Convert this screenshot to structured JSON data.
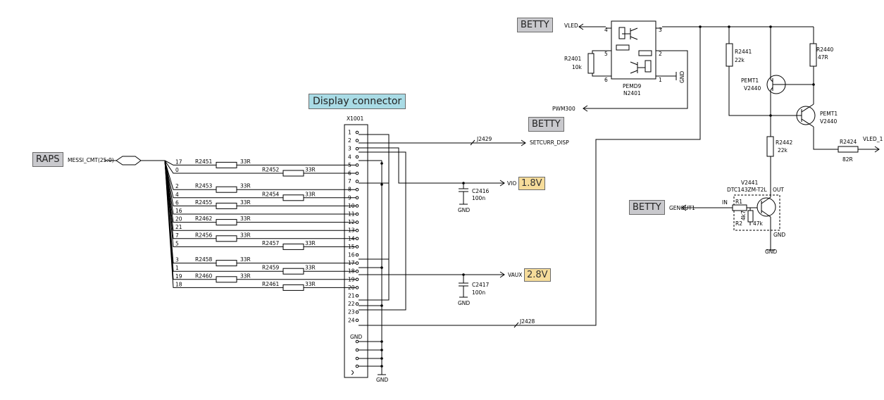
{
  "title": "Display connector",
  "tags": {
    "raps": "RAPS",
    "betty_top": "BETTY",
    "betty_mid": "BETTY",
    "betty_bottom": "BETTY"
  },
  "volts": {
    "v18": "1.8V",
    "v28": "2.8V"
  },
  "bus_name": "MESSI_CMT(25:0)",
  "connector": {
    "ref": "X1001",
    "gnd": "GND",
    "pins": [
      "1",
      "2",
      "3",
      "4",
      "5",
      "6",
      "7",
      "8",
      "9",
      "10",
      "11",
      "12",
      "13",
      "14",
      "15",
      "16",
      "17",
      "18",
      "19",
      "20",
      "21",
      "22",
      "23",
      "24"
    ]
  },
  "bus_bits": [
    "17",
    "0",
    "2",
    "4",
    "6",
    "16",
    "20",
    "21",
    "7",
    "5",
    "3",
    "1",
    "19",
    "18"
  ],
  "series_resistors": [
    {
      "ref": "R2451",
      "value": "33R"
    },
    {
      "ref": "R2452",
      "value": "33R"
    },
    {
      "ref": "R2453",
      "value": "33R"
    },
    {
      "ref": "R2454",
      "value": "33R"
    },
    {
      "ref": "R2455",
      "value": "33R"
    },
    {
      "ref": "R2462",
      "value": "33R"
    },
    {
      "ref": "R2456",
      "value": "33R"
    },
    {
      "ref": "R2457",
      "value": "33R"
    },
    {
      "ref": "R2458",
      "value": "33R"
    },
    {
      "ref": "R2459",
      "value": "33R"
    },
    {
      "ref": "R2460",
      "value": "33R"
    },
    {
      "ref": "R2461",
      "value": "33R"
    }
  ],
  "nets": {
    "setcurr": "SETCURR_DISP",
    "vio": "VIO",
    "vaux": "VAUX",
    "vled": "VLED",
    "pwm": "PWM300",
    "vled1": "VLED_1",
    "genout": "GENOUT1",
    "gnd": "GND"
  },
  "jumpers": {
    "j2429": "J2429",
    "j2428": "J2428"
  },
  "caps": [
    {
      "ref": "C2416",
      "value": "100n"
    },
    {
      "ref": "C2417",
      "value": "100n"
    }
  ],
  "n2401": {
    "part": "PEMD9",
    "ref": "N2401",
    "pins": [
      "4",
      "3",
      "5",
      "2",
      "6",
      "1"
    ]
  },
  "r2401": {
    "ref": "R2401",
    "value": "10k"
  },
  "r2441": {
    "ref": "R2441",
    "value": "22k"
  },
  "r2440": {
    "ref": "R2440",
    "value": "47R"
  },
  "r2442": {
    "ref": "R2442",
    "value": "22k"
  },
  "r2424": {
    "ref": "R2424",
    "value": "82R"
  },
  "v2440a": {
    "part": "PEMT1",
    "ref": "V2440"
  },
  "v2440b": {
    "part": "PEMT1",
    "ref": "V2440"
  },
  "v2441": {
    "ref": "V2441",
    "part": "DTC143ZM-T2L",
    "in": "IN",
    "out": "OUT",
    "r1": "R1",
    "r2": "R2",
    "r1v": "4k7",
    "r2v": "47k"
  }
}
